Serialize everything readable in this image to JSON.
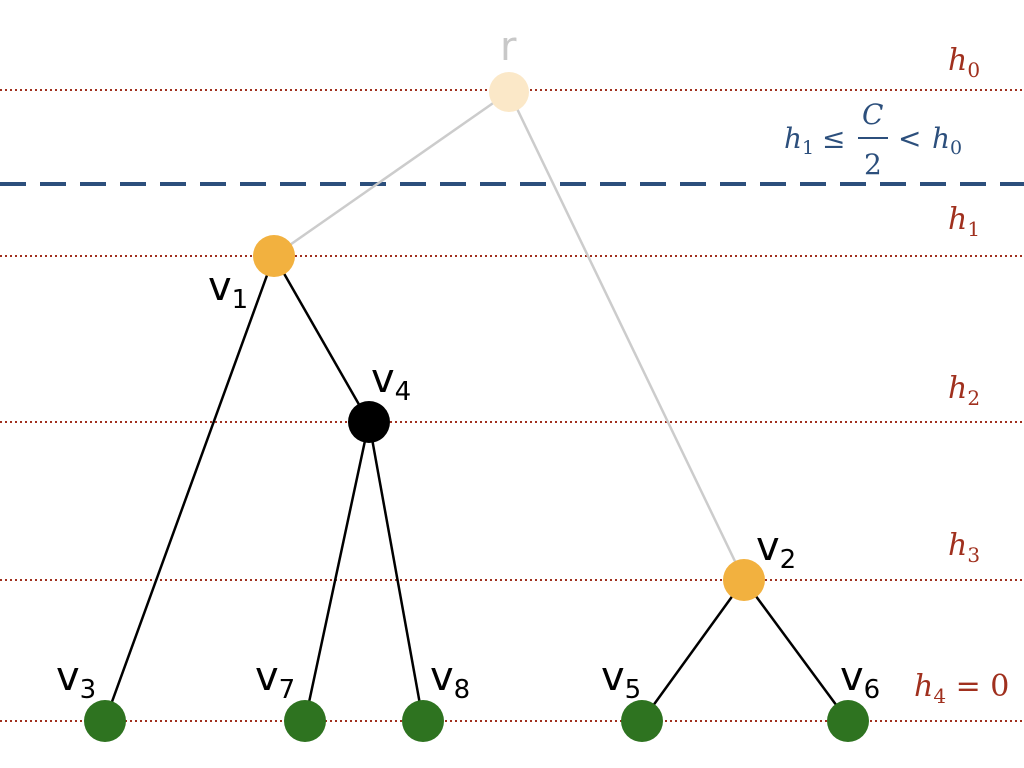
{
  "colors": {
    "level_line": "#a0301e",
    "threshold": "#2c4f7c",
    "faded_edge": "#cccccc",
    "edge": "#000000",
    "root_fill": "#fbe8c8",
    "internal_fill": "#f2b13f",
    "v4_fill": "#000000",
    "leaf_fill": "#2e7320"
  },
  "levels": [
    {
      "id": "h0",
      "var": "h",
      "sub": "0",
      "rest": ""
    },
    {
      "id": "h1",
      "var": "h",
      "sub": "1",
      "rest": ""
    },
    {
      "id": "h2",
      "var": "h",
      "sub": "2",
      "rest": ""
    },
    {
      "id": "h3",
      "var": "h",
      "sub": "3",
      "rest": ""
    },
    {
      "id": "h4",
      "var": "h",
      "sub": "4",
      "rest": " = 0"
    }
  ],
  "threshold": {
    "lhs_var": "h",
    "lhs_sub": "1",
    "le": "≤",
    "num": "C",
    "den": "2",
    "lt": "<",
    "rhs_var": "h",
    "rhs_sub": "0"
  },
  "nodes": {
    "r": {
      "base": "r",
      "sub": ""
    },
    "v1": {
      "base": "v",
      "sub": "1"
    },
    "v2": {
      "base": "v",
      "sub": "2"
    },
    "v3": {
      "base": "v",
      "sub": "3"
    },
    "v4": {
      "base": "v",
      "sub": "4"
    },
    "v5": {
      "base": "v",
      "sub": "5"
    },
    "v6": {
      "base": "v",
      "sub": "6"
    },
    "v7": {
      "base": "v",
      "sub": "7"
    },
    "v8": {
      "base": "v",
      "sub": "8"
    }
  }
}
